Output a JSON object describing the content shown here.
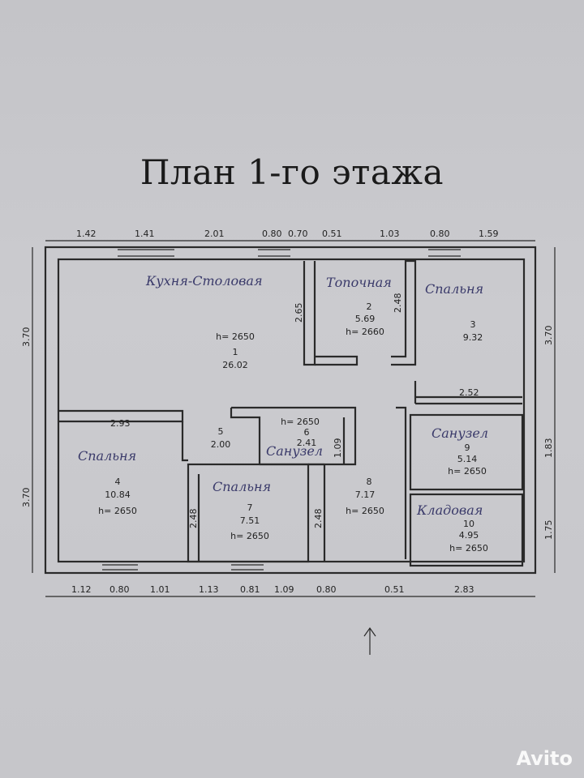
{
  "title": "План 1-го этажа",
  "watermark": "Avito",
  "rooms": [
    {
      "id": "1",
      "name": "Кухня-Столовая",
      "area": "26.02",
      "height": "h= 2650"
    },
    {
      "id": "2",
      "name": "Топочная",
      "area": "5.69",
      "height": "h= 2660"
    },
    {
      "id": "3",
      "name": "Спальня",
      "area": "9.32",
      "height": ""
    },
    {
      "id": "4",
      "name": "Спальня",
      "area": "10.84",
      "height": "h= 2650"
    },
    {
      "id": "5",
      "name": "",
      "area": "2.00",
      "height": ""
    },
    {
      "id": "6",
      "name": "Санузел",
      "area": "2.41",
      "height": "h= 2650"
    },
    {
      "id": "7",
      "name": "Спальня",
      "area": "7.51",
      "height": "h= 2650"
    },
    {
      "id": "8",
      "name": "",
      "area": "7.17",
      "height": "h= 2650"
    },
    {
      "id": "9",
      "name": "Санузел",
      "area": "5.14",
      "height": "h= 2650"
    },
    {
      "id": "10",
      "name": "Кладовая",
      "area": "4.95",
      "height": "h= 2650"
    }
  ],
  "dims_top": [
    "1.42",
    "1.41",
    "2.01",
    "0.80",
    "0.70",
    "0.51",
    "1.03",
    "0.80",
    "1.59"
  ],
  "dims_bottom": [
    "1.12",
    "0.80",
    "1.01",
    "1.13",
    "0.81",
    "1.09",
    "0.80",
    "0.51",
    "2.83"
  ],
  "dims_left": [
    "3.70",
    "3.70"
  ],
  "dims_right": [
    "3.70",
    "1.83",
    "1.75"
  ],
  "dims_inner": [
    "2.65",
    "2.48",
    "2.52",
    "2.93",
    "1.09",
    "2.48",
    "2.48"
  ]
}
